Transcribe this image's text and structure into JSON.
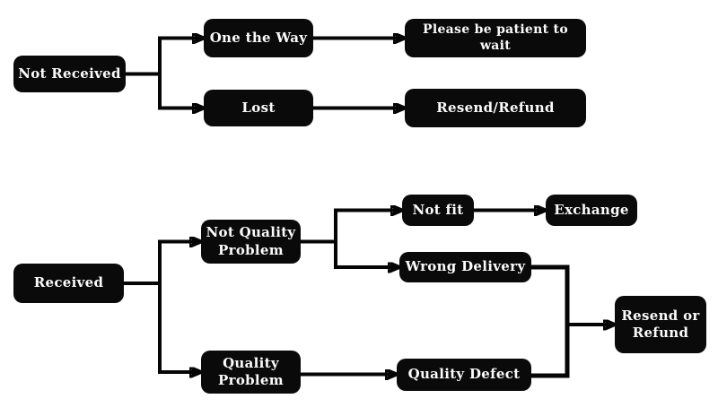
{
  "diagram": {
    "background_color": "#ffffff",
    "node_fill_color": "#0a0a0a",
    "node_text_color": "#fbfbfb",
    "line_color": "#050505"
  },
  "nodes": {
    "not_received": {
      "label": "Not Received"
    },
    "one_the_way": {
      "label": "One the Way"
    },
    "lost": {
      "label": "Lost"
    },
    "please_wait": {
      "label": "Please be patient to wait"
    },
    "resend_refund": {
      "label": "Resend/Refund"
    },
    "received": {
      "label": "Received"
    },
    "not_quality_problem": {
      "label": "Not Quality\nProblem"
    },
    "quality_problem": {
      "label": "Quality\nProblem"
    },
    "not_fit": {
      "label": "Not fit"
    },
    "exchange": {
      "label": "Exchange"
    },
    "wrong_delivery": {
      "label": "Wrong Delivery"
    },
    "quality_defect": {
      "label": "Quality Defect"
    },
    "resend_or_refund": {
      "label": "Resend or\nRefund"
    }
  },
  "edges": [
    {
      "from": "not_received",
      "to": "one_the_way"
    },
    {
      "from": "not_received",
      "to": "lost"
    },
    {
      "from": "one_the_way",
      "to": "please_wait"
    },
    {
      "from": "lost",
      "to": "resend_refund"
    },
    {
      "from": "received",
      "to": "not_quality_problem"
    },
    {
      "from": "received",
      "to": "quality_problem"
    },
    {
      "from": "not_quality_problem",
      "to": "not_fit"
    },
    {
      "from": "not_quality_problem",
      "to": "wrong_delivery"
    },
    {
      "from": "not_fit",
      "to": "exchange"
    },
    {
      "from": "wrong_delivery",
      "to": "resend_or_refund"
    },
    {
      "from": "quality_problem",
      "to": "quality_defect"
    },
    {
      "from": "quality_defect",
      "to": "resend_or_refund"
    }
  ]
}
